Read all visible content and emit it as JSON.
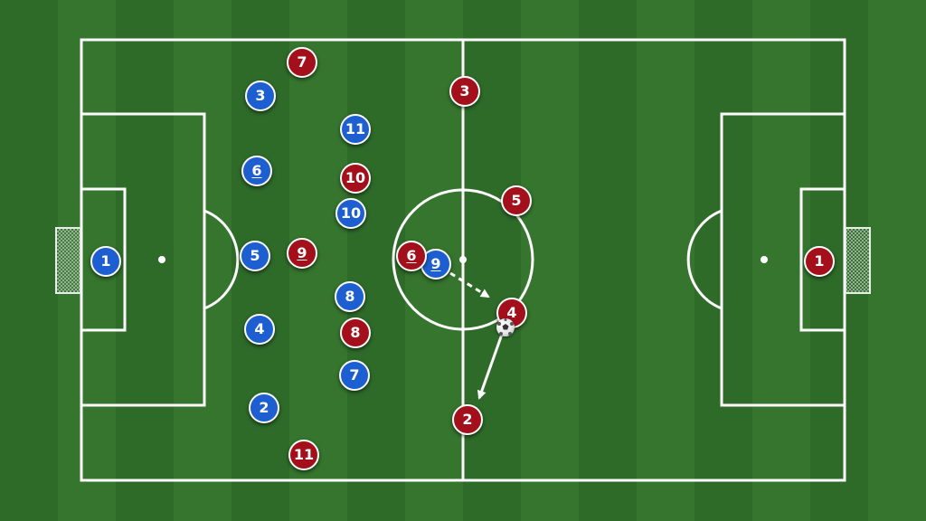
{
  "colors": {
    "team_blue": "#1d5fd0",
    "team_red": "#a3101b",
    "line": "#ffffff",
    "grass_dark": "#2e6b29",
    "grass_light": "#3c7e33"
  },
  "teams": {
    "blue": {
      "players": [
        {
          "number": "1",
          "underlined": false
        },
        {
          "number": "3",
          "underlined": false
        },
        {
          "number": "6",
          "underlined": true
        },
        {
          "number": "5",
          "underlined": false
        },
        {
          "number": "4",
          "underlined": false
        },
        {
          "number": "2",
          "underlined": false
        },
        {
          "number": "11",
          "underlined": false
        },
        {
          "number": "10",
          "underlined": false
        },
        {
          "number": "8",
          "underlined": false
        },
        {
          "number": "7",
          "underlined": false
        },
        {
          "number": "9",
          "underlined": true
        }
      ]
    },
    "red": {
      "players": [
        {
          "number": "1",
          "underlined": false
        },
        {
          "number": "7",
          "underlined": false
        },
        {
          "number": "10",
          "underlined": false
        },
        {
          "number": "9",
          "underlined": true
        },
        {
          "number": "8",
          "underlined": false
        },
        {
          "number": "11",
          "underlined": false
        },
        {
          "number": "3",
          "underlined": false
        },
        {
          "number": "6",
          "underlined": true
        },
        {
          "number": "5",
          "underlined": false
        },
        {
          "number": "4",
          "underlined": false
        },
        {
          "number": "2",
          "underlined": false
        }
      ]
    }
  },
  "ball": {
    "icon": "soccer-ball-icon"
  },
  "arrows": [
    {
      "name": "pass-arrow",
      "style": "solid"
    },
    {
      "name": "run-arrow",
      "style": "dashed"
    }
  ]
}
